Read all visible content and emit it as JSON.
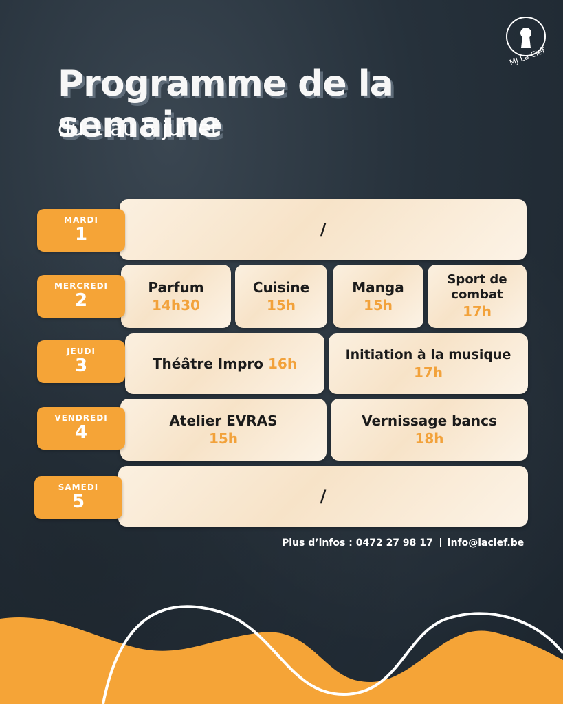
{
  "title": "Programme de la semaine",
  "subtitle": "du 1 au 5 juillet",
  "logo_text": "MJ La Clef",
  "days": [
    {
      "name": "MARDI",
      "num": "1"
    },
    {
      "name": "MERCREDI",
      "num": "2"
    },
    {
      "name": "JEUDI",
      "num": "3"
    },
    {
      "name": "VENDREDI",
      "num": "4"
    },
    {
      "name": "SAMEDI",
      "num": "5"
    }
  ],
  "mardi": {
    "empty": "/"
  },
  "mercredi": [
    {
      "name": "Parfum",
      "time": "14h30"
    },
    {
      "name": "Cuisine",
      "time": "15h"
    },
    {
      "name": "Manga",
      "time": "15h"
    },
    {
      "name": "Sport de combat",
      "time": "17h"
    }
  ],
  "jeudi": [
    {
      "name": "Théâtre Impro",
      "time": "16h"
    },
    {
      "name": "Initiation à la musique",
      "time": "17h"
    }
  ],
  "vendredi": [
    {
      "name": "Atelier EVRAS",
      "time": "15h"
    },
    {
      "name": "Vernissage bancs",
      "time": "18h"
    }
  ],
  "samedi": {
    "empty": "/"
  },
  "footer": {
    "infos": "Plus d’infos : 0472 27 98 17",
    "email": "info@laclef.be"
  },
  "colors": {
    "accent": "#f5a437",
    "card": "#fbf0e0",
    "background": "#26313b"
  }
}
